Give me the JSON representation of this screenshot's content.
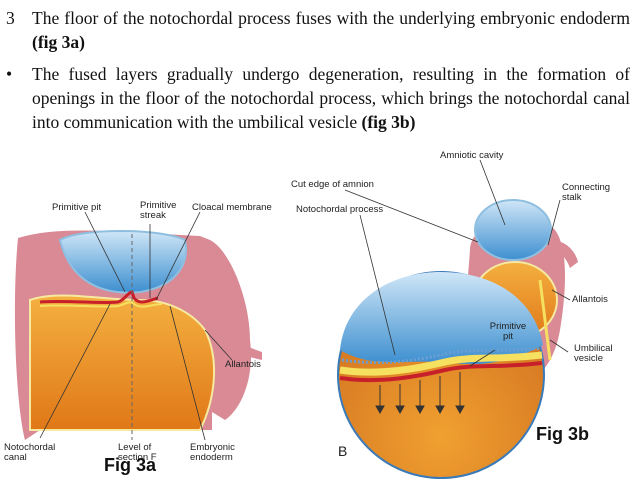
{
  "bullets": [
    {
      "marker": "3",
      "text_before": "The floor of the notochordal process fuses with the underlying embryonic endoderm ",
      "text_bold": "(fig 3a)"
    },
    {
      "marker": "•",
      "text_before": "The fused layers gradually undergo degeneration, resulting in the formation of openings in the floor of the notochordal process, which brings the notochordal canal into communication with the umbilical vesicle ",
      "text_bold": "(fig 3b)"
    }
  ],
  "fig3a": {
    "caption": "Fig 3a",
    "labels": {
      "primitive_pit": "Primitive pit",
      "primitive_streak": "Primitive streak",
      "cloacal_membrane": "Cloacal membrane",
      "allantois": "Allantois",
      "notochordal_canal": "Notochordal canal",
      "level_of_section": "Level of section F",
      "embryonic_endoderm": "Embryonic endoderm"
    }
  },
  "fig3b": {
    "caption": "Fig 3b",
    "letter": "B",
    "labels": {
      "cut_edge_amnion": "Cut edge of amnion",
      "amniotic_cavity": "Amniotic cavity",
      "connecting_stalk": "Connecting stalk",
      "notochordal_process": "Notochordal process",
      "allantois": "Allantois",
      "primitive_pit": "Primitive pit",
      "umbilical_vesicle": "Umbilical vesicle"
    }
  },
  "colors": {
    "pink": "#d98a95",
    "orange": "#f0a030",
    "blue": "#5aa0d8",
    "red": "#c8202a",
    "yellow": "#f5e060"
  }
}
